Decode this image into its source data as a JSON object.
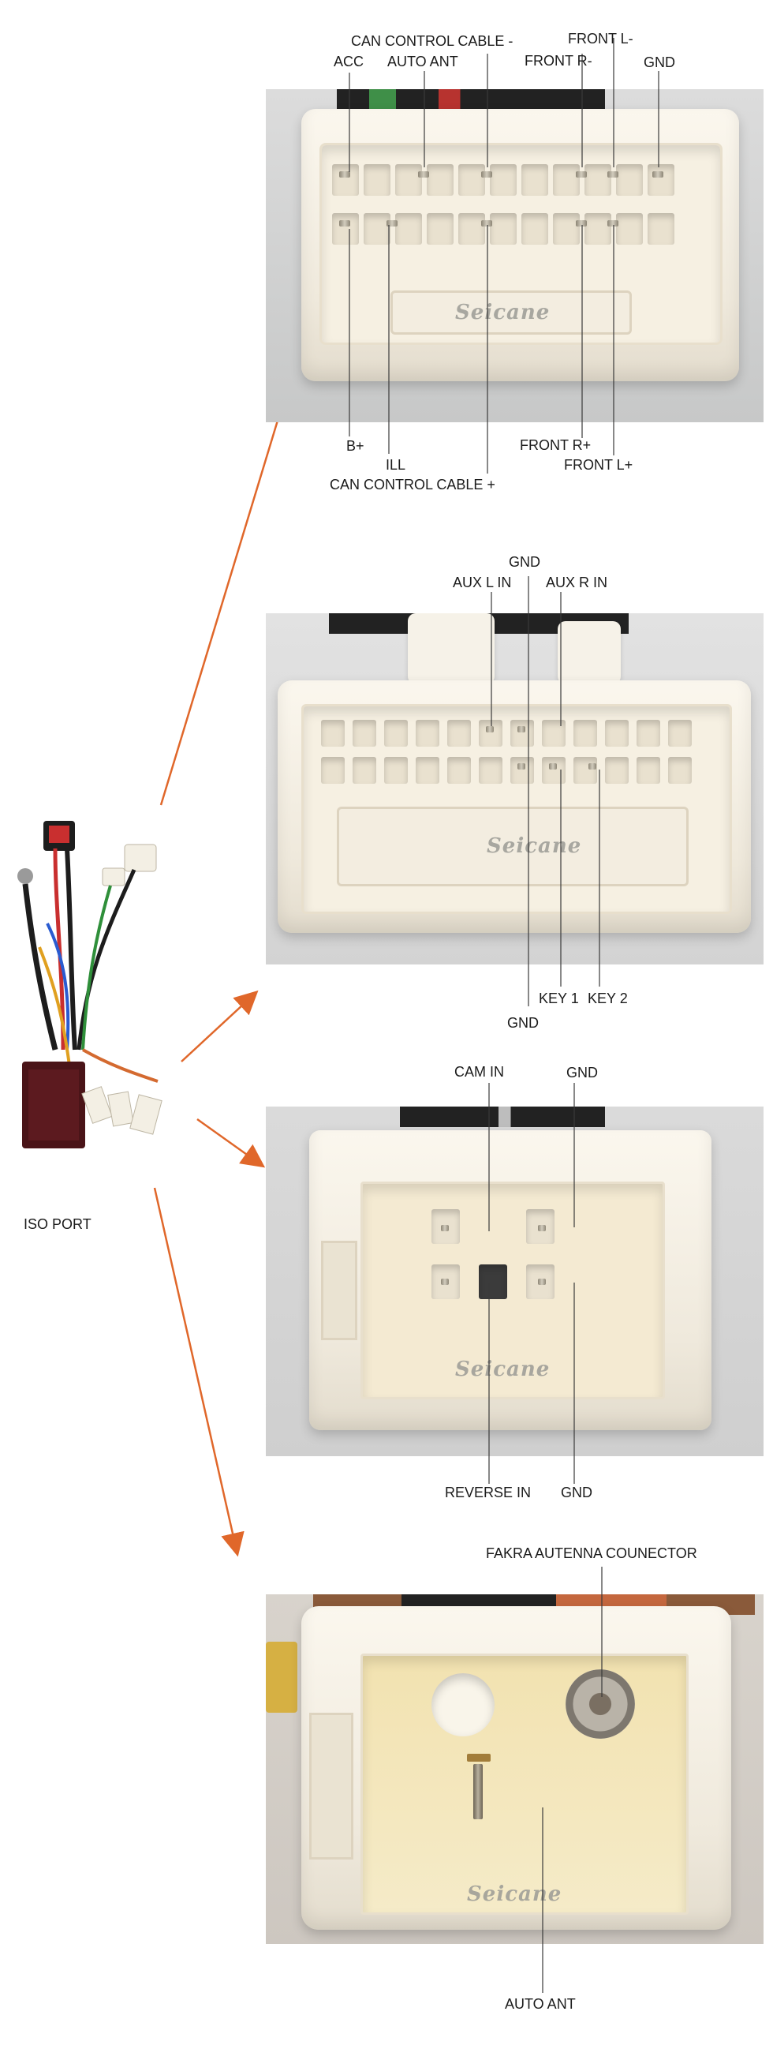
{
  "colors": {
    "arrow": "#e0672a",
    "leader": "#3a3a3a",
    "housing": "#f4efe3",
    "watermark": "#9b9b95"
  },
  "brand": "Seicane",
  "harness": {
    "caption": "ISO PORT"
  },
  "connector1": {
    "top_labels": {
      "acc": "ACC",
      "can_control_cable_minus": "CAN CONTROL CABLE -",
      "auto_ant": "AUTO ANT",
      "front_l_minus": "FRONT L-",
      "front_r_minus": "FRONT R-",
      "gnd": "GND"
    },
    "bottom_labels": {
      "b_plus": "B+",
      "ill": "ILL",
      "can_control_cable_plus": "CAN CONTROL CABLE +",
      "front_r_plus": "FRONT R+",
      "front_l_plus": "FRONT L+"
    }
  },
  "connector2": {
    "top_labels": {
      "gnd": "GND",
      "aux_l_in": "AUX L IN",
      "aux_r_in": "AUX R IN"
    },
    "bottom_labels": {
      "gnd": "GND",
      "key1": "KEY 1",
      "key2": "KEY 2"
    }
  },
  "connector3": {
    "top_labels": {
      "cam_in": "CAM IN",
      "gnd": "GND"
    },
    "bottom_labels": {
      "reverse_in": "REVERSE IN",
      "gnd": "GND"
    }
  },
  "connector4": {
    "top_labels": {
      "fakra": "FAKRA AUTENNA COUNECTOR"
    },
    "bottom_labels": {
      "auto_ant": "AUTO ANT"
    }
  }
}
